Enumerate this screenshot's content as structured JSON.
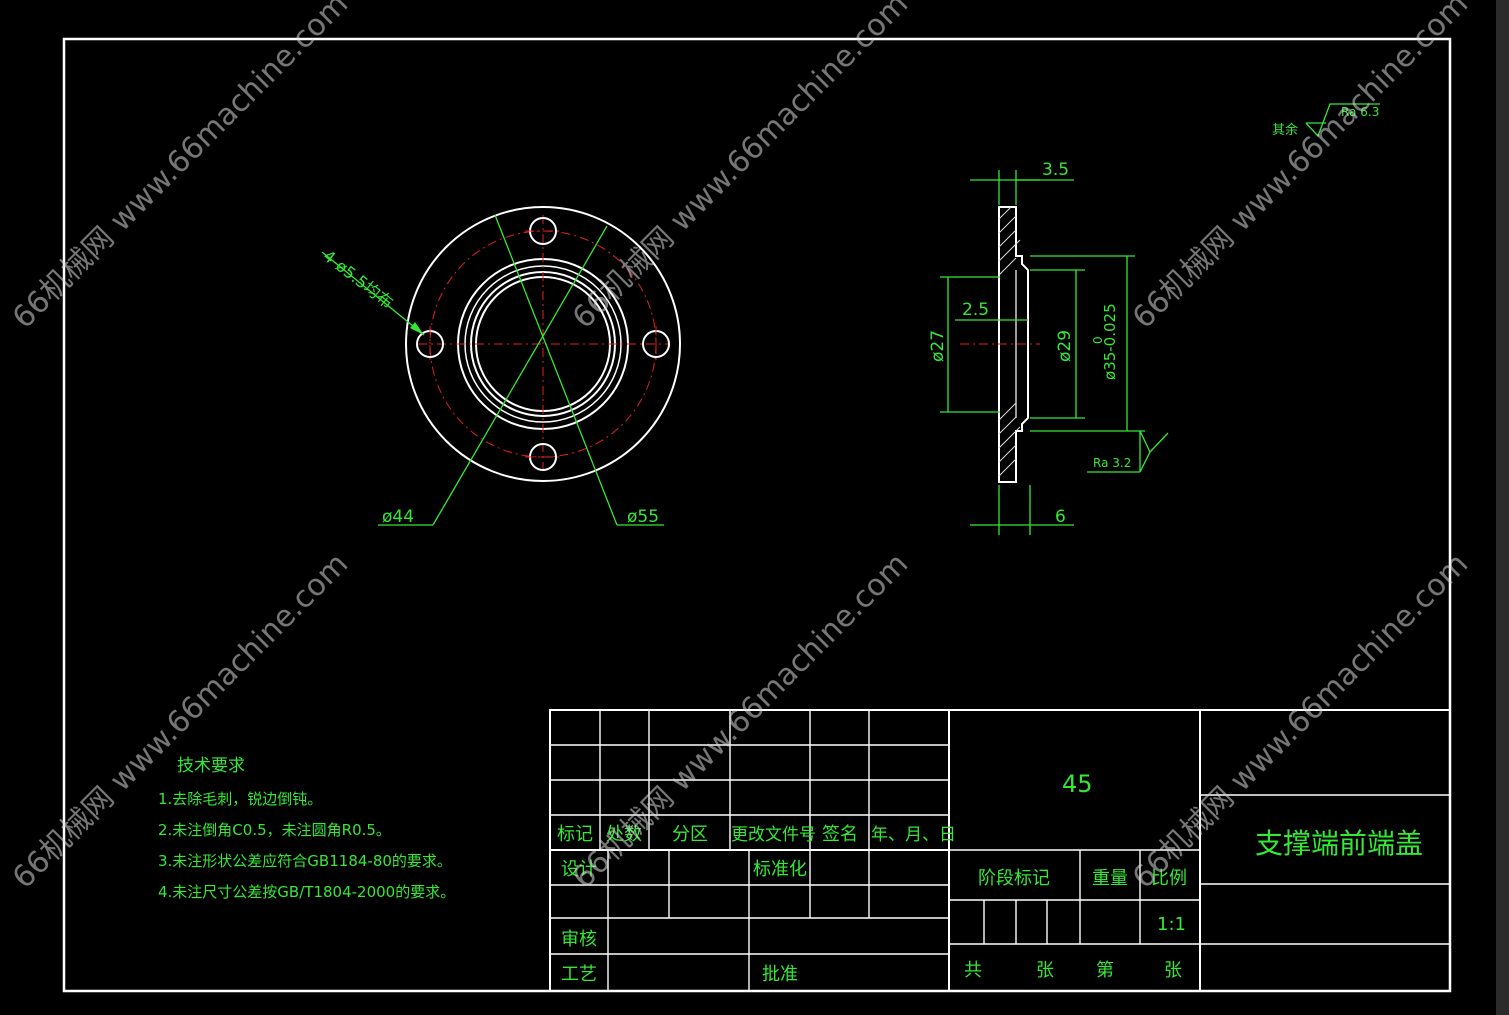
{
  "drawing": {
    "title": "支撑端前端盖",
    "material": "45",
    "scale": "1:1"
  },
  "dimensions": {
    "holes": "4-ø5.5均布",
    "d44": "ø44",
    "d55": "ø55",
    "t35": "3.5",
    "t25": "2.5",
    "t6": "6",
    "d27": "ø27",
    "d29": "ø29",
    "d35": "ø35-0.025",
    "d35_upper": "0",
    "ra32": "Ra 3.2",
    "rest_label": "其余",
    "ra_rest": "Ra 6.3"
  },
  "tech": {
    "heading": "技术要求",
    "items": [
      "1.去除毛刺，锐边倒钝。",
      "2.未注倒角C0.5，未注圆角R0.5。",
      "3.未注形状公差应符合GB1184-80的要求。",
      "4.未注尺寸公差按GB/T1804-2000的要求。"
    ]
  },
  "titleblock": {
    "biaoji": "标记",
    "chushu": "处数",
    "fenqu": "分区",
    "gengai": "更改文件号",
    "qianming": "签名",
    "nianyueri": "年、月、日",
    "sheji": "设计",
    "biaozhunhua": "标准化",
    "shenhe": "审核",
    "gongyi": "工艺",
    "pizhun": "批准",
    "jieduan": "阶段标记",
    "zhongliang": "重量",
    "bili": "比例",
    "gong": "共",
    "zhang1": "张",
    "di": "第",
    "zhang2": "张"
  },
  "watermark": "66机械网 www.66machine.com"
}
